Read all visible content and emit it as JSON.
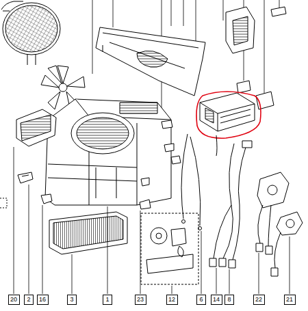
{
  "diagram": {
    "nodes": [
      {
        "text": [
          "20"
        ]
      },
      {
        "text": [
          "2"
        ]
      },
      {
        "text": [
          "16"
        ]
      },
      {
        "text": [
          "3"
        ]
      },
      {
        "text": [
          "1"
        ]
      },
      {
        "text": [
          "23"
        ]
      },
      {
        "text": [
          "12"
        ]
      },
      {
        "text": [
          "6"
        ]
      },
      {
        "text": [
          "14"
        ]
      },
      {
        "text": [
          "8"
        ]
      },
      {
        "text": [
          "22"
        ]
      },
      {
        "text": [
          "21"
        ]
      }
    ]
  }
}
